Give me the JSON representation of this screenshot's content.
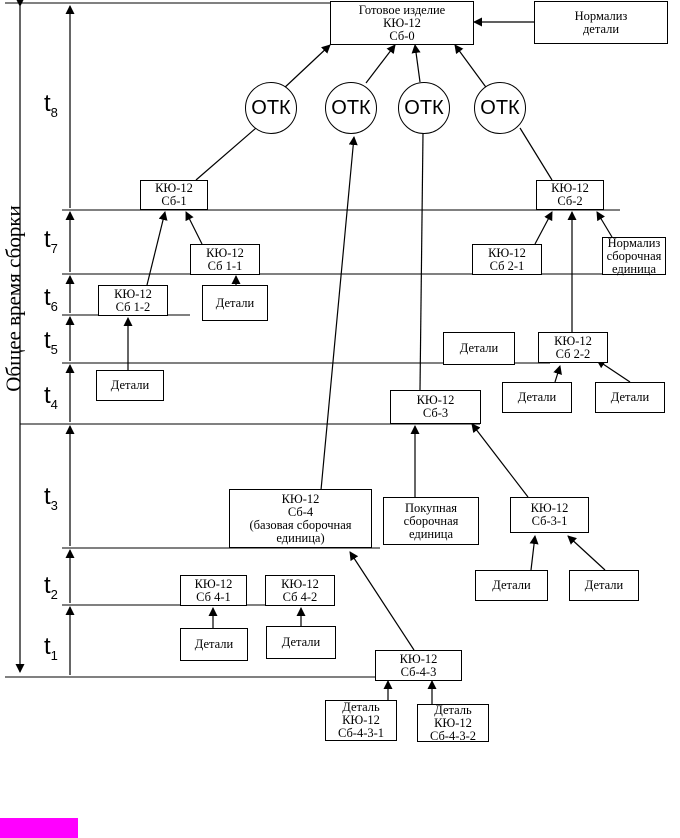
{
  "total_time_label": "Общее время сборки",
  "time_stages": [
    {
      "t": "t",
      "sub": "8"
    },
    {
      "t": "t",
      "sub": "7"
    },
    {
      "t": "t",
      "sub": "6"
    },
    {
      "t": "t",
      "sub": "5"
    },
    {
      "t": "t",
      "sub": "4"
    },
    {
      "t": "t",
      "sub": "3"
    },
    {
      "t": "t",
      "sub": "2"
    },
    {
      "t": "t",
      "sub": "1"
    }
  ],
  "otk_label": "ОТК",
  "boxes": {
    "final": [
      "Готовое изделие",
      "КЮ-12",
      "Сб-0"
    ],
    "normaliz_parts": [
      "Нормализ",
      "детали"
    ],
    "sb1": [
      "КЮ-12",
      "Сб-1"
    ],
    "sb2": [
      "КЮ-12",
      "Сб-2"
    ],
    "sb1_1": [
      "КЮ-12",
      "Сб 1-1"
    ],
    "sb1_2": [
      "КЮ-12",
      "Сб 1-2"
    ],
    "sb2_1": [
      "КЮ-12",
      "Сб 2-1"
    ],
    "normaliz_unit": [
      "Нормализ",
      "сборочная",
      "единица"
    ],
    "parts_sb1_1": [
      "Детали"
    ],
    "parts_sb1_2": [
      "Детали"
    ],
    "parts_free": [
      "Детали"
    ],
    "sb2_2": [
      "КЮ-12",
      "Сб 2-2"
    ],
    "parts_sb2_2_a": [
      "Детали"
    ],
    "parts_sb2_2_b": [
      "Детали"
    ],
    "sb3": [
      "КЮ-12",
      "Сб-3"
    ],
    "sb4": [
      "КЮ-12",
      "Сб-4",
      "(базовая сборочная",
      "единица)"
    ],
    "purchased_unit": [
      "Покупная",
      "сборочная",
      "единица"
    ],
    "sb3_1": [
      "КЮ-12",
      "Сб-3-1"
    ],
    "parts_sb3_1_a": [
      "Детали"
    ],
    "parts_sb3_1_b": [
      "Детали"
    ],
    "sb4_1": [
      "КЮ-12",
      "Сб 4-1"
    ],
    "sb4_2": [
      "КЮ-12",
      "Сб 4-2"
    ],
    "parts_sb4_1": [
      "Детали"
    ],
    "parts_sb4_2": [
      "Детали"
    ],
    "sb4_3": [
      "КЮ-12",
      "Сб-4-3"
    ],
    "detail_a": [
      "Деталь",
      "КЮ-12",
      "Сб-4-3-1"
    ],
    "detail_b": [
      "Деталь",
      "КЮ-12",
      "Сб-4-3-2"
    ]
  }
}
